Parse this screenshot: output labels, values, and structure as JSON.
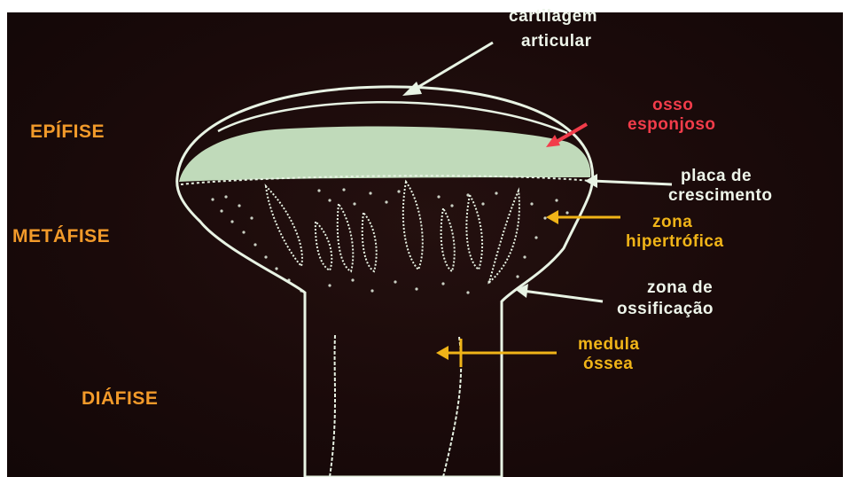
{
  "regions": {
    "epifise": "EPÍFISE",
    "metafise": "METÁFISE",
    "diafise": "DIÁFISE"
  },
  "labels": {
    "cartilagem_line1": "cartilagem",
    "cartilagem_line2": "articular",
    "osso_line1": "osso",
    "osso_line2": "esponjoso",
    "placa_line1": "placa de",
    "placa_line2": "crescimento",
    "hipertrofica_line1": "zona",
    "hipertrofica_line2": "hipertrófica",
    "ossificacao_line1": "zona de",
    "ossificacao_line2": "ossificação",
    "medula_line1": "medula",
    "medula_line2": "óssea"
  },
  "colors": {
    "background": "#1a0a0a",
    "region_text": "#f29a2a",
    "white_text": "#eef5ea",
    "red_text": "#f23c4a",
    "yellow_text": "#f0b418",
    "bone_outline": "#e8f3e4",
    "cartilage_fill": "#c9e6c4"
  }
}
